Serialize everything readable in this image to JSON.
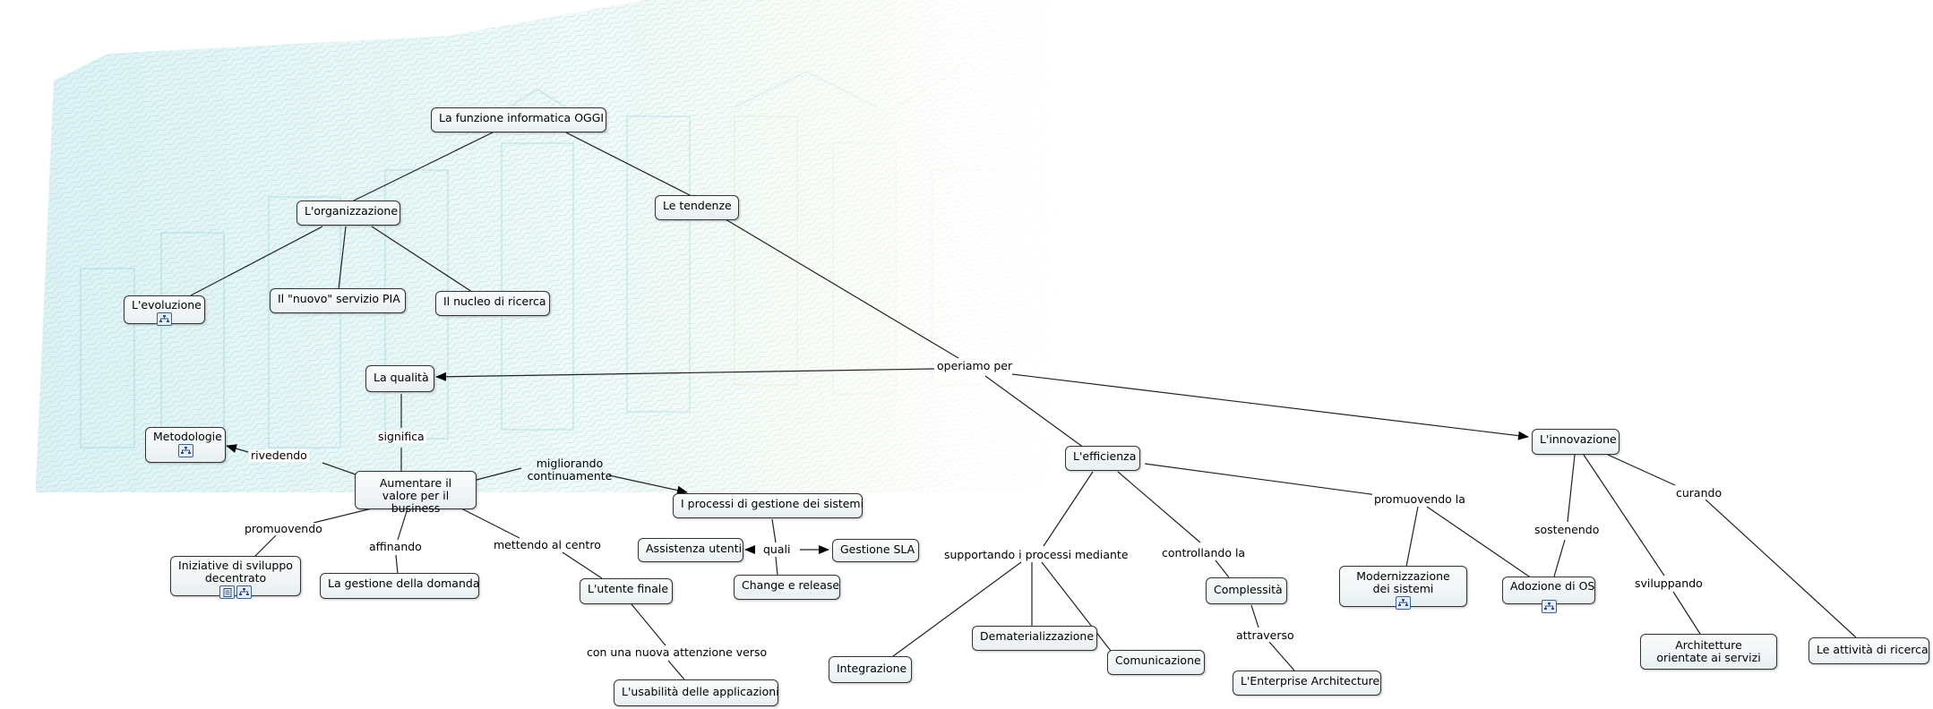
{
  "nodes": {
    "root": "La funzione informatica OGGI",
    "organizzazione": "L'organizzazione",
    "tendenze": "Le tendenze",
    "evoluzione": "L'evoluzione",
    "servizio_pia": "Il \"nuovo\" servizio PIA",
    "nucleo_ricerca": "Il nucleo di ricerca",
    "qualita": "La qualità",
    "metodologie": "Metodologie",
    "aumentare_valore": "Aumentare il valore per il business",
    "processi_gestione": "I processi di gestione dei sistemi",
    "assistenza_utenti": "Assistenza utenti",
    "gestione_sla": "Gestione SLA",
    "change_release": "Change e release",
    "iniziative": "Iniziative di sviluppo decentrato",
    "gestione_domanda": "La gestione della domanda",
    "utente_finale": "L'utente finale",
    "usabilita": "L'usabilità delle applicazioni",
    "efficienza": "L'efficienza",
    "integrazione": "Integrazione",
    "dematerializzazione": "Dematerializzazione",
    "comunicazione": "Comunicazione",
    "complessita": "Complessità",
    "enterprise_architecture": "L'Enterprise Architecture",
    "modernizzazione": "Modernizzazione dei sistemi",
    "adozione_os": "Adozione di OS",
    "innovazione": "L'innovazione",
    "architetture_servizi": "Architetture orientate ai servizi",
    "attivita_ricerca": "Le attività di ricerca"
  },
  "links": {
    "operiamo_per": "operiamo per",
    "significa": "significa",
    "rivedendo": "rivedendo",
    "migliorando": "migliorando continuamente",
    "quali": "quali",
    "promuovendo": "promuovendo",
    "affinando": "affinando",
    "mettendo_al_centro": "mettendo al centro",
    "con_nuova_attenzione": "con una nuova attenzione verso",
    "supportando": "supportando i processi mediante",
    "controllando": "controllando la",
    "attraverso": "attraverso",
    "promuovendo_la": "promuovendo la",
    "sostenendo": "sostenendo",
    "sviluppando": "sviluppando",
    "curando": "curando"
  },
  "colors": {
    "node_border": "#333333",
    "node_fill": "#eef3f4",
    "connector": "#222222",
    "background_cyan": "#9ed9e0",
    "background_yellow": "#e6edbd"
  },
  "icons": {
    "concept_map_resource": "concept-map-icon",
    "document_resource": "document-icon"
  }
}
